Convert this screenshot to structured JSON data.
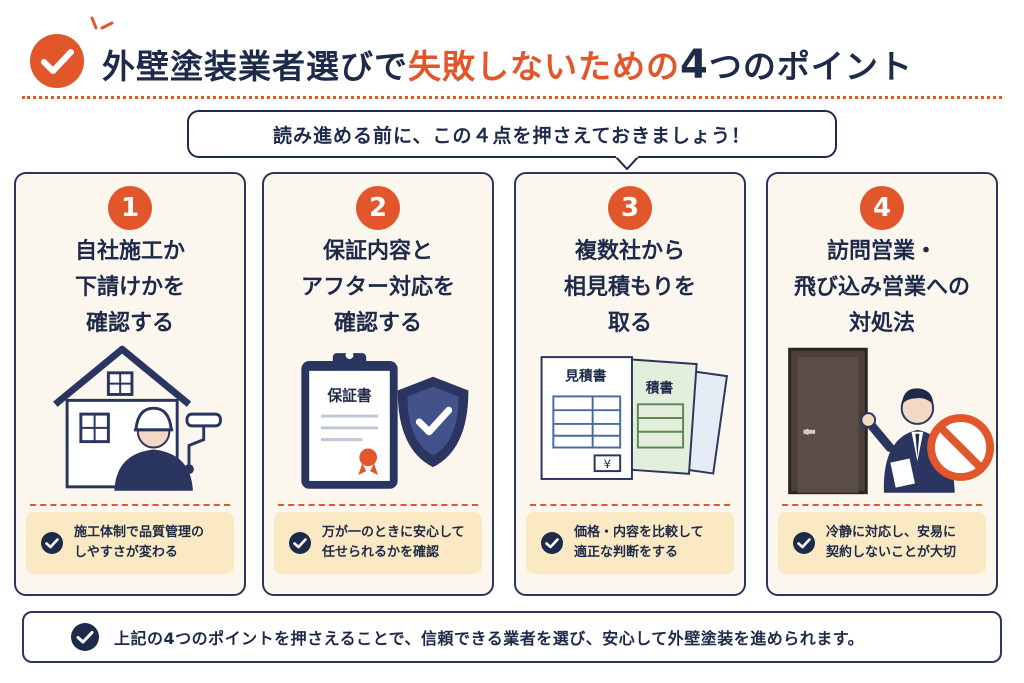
{
  "header": {
    "title_part1": "外壁塗装業者選びで",
    "title_accent": "失敗しないための",
    "title_num": "4",
    "title_part2": "つのポイント"
  },
  "bubble": {
    "text": "読み進める前に、この４点を押さえておきましょう！"
  },
  "cards": [
    {
      "number": "1",
      "title_lines": [
        "自社施工か",
        "下請けかを",
        "確認する"
      ],
      "note_lines": [
        "施工体制で品質管理の",
        "しやすさが変わる"
      ]
    },
    {
      "number": "2",
      "title_lines": [
        "保証内容と",
        "アフター対応を",
        "確認する"
      ],
      "note_lines": [
        "万が一のときに安心して",
        "任せられるかを確認"
      ],
      "illus_label": "保証書"
    },
    {
      "number": "3",
      "title_lines": [
        "複数社から",
        "相見積もりを",
        "取る"
      ],
      "note_lines": [
        "価格・内容を比較して",
        "適正な判断をする"
      ],
      "illus_label": "見積書",
      "illus_label_back": "積書",
      "illus_yen": "¥"
    },
    {
      "number": "4",
      "title_lines": [
        "訪問営業・",
        "飛び込み営業への",
        "対処法"
      ],
      "note_lines": [
        "冷静に対応し、安易に",
        "契約しないことが大切"
      ]
    }
  ],
  "footer": {
    "text": "上記の4つのポイントを押さえることで、信頼できる業者を選び、安心して外壁塗装を進められます。"
  },
  "colors": {
    "navy": "#1e2a4a",
    "accent": "#e1562a",
    "card_bg": "#fbf6ee",
    "note_bg": "#fbe9c4"
  },
  "icons": [
    "check-circle-icon",
    "house-worker-icon",
    "warranty-shield-icon",
    "estimate-documents-icon",
    "salesman-no-icon"
  ]
}
